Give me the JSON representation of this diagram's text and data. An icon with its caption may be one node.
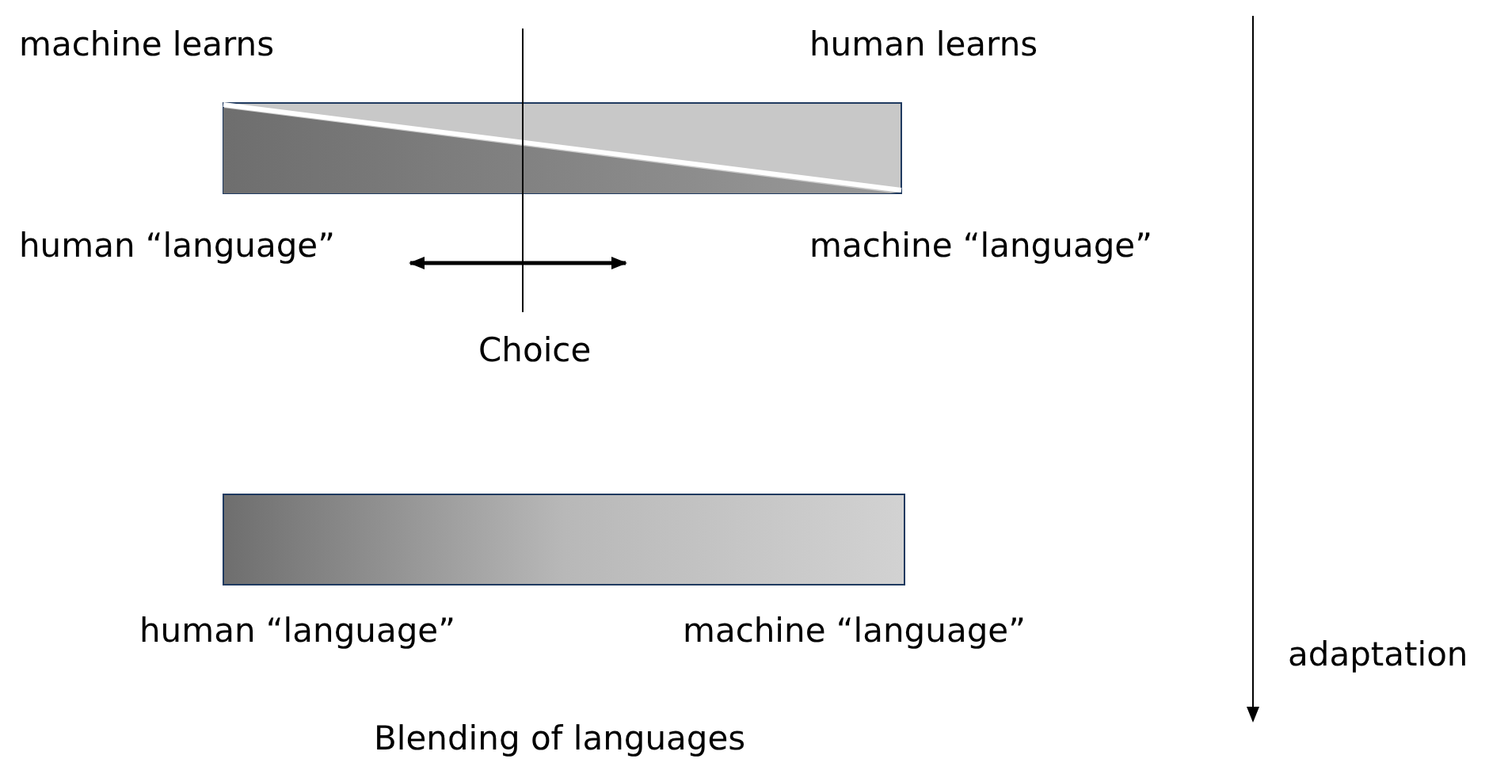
{
  "diagram": {
    "caption": "Blending of languages",
    "labels": [
      "machine learns",
      "human learns",
      "human “language”",
      "machine “language”",
      "Choice",
      "human “language”",
      "machine “language”",
      "adaptation"
    ]
  }
}
